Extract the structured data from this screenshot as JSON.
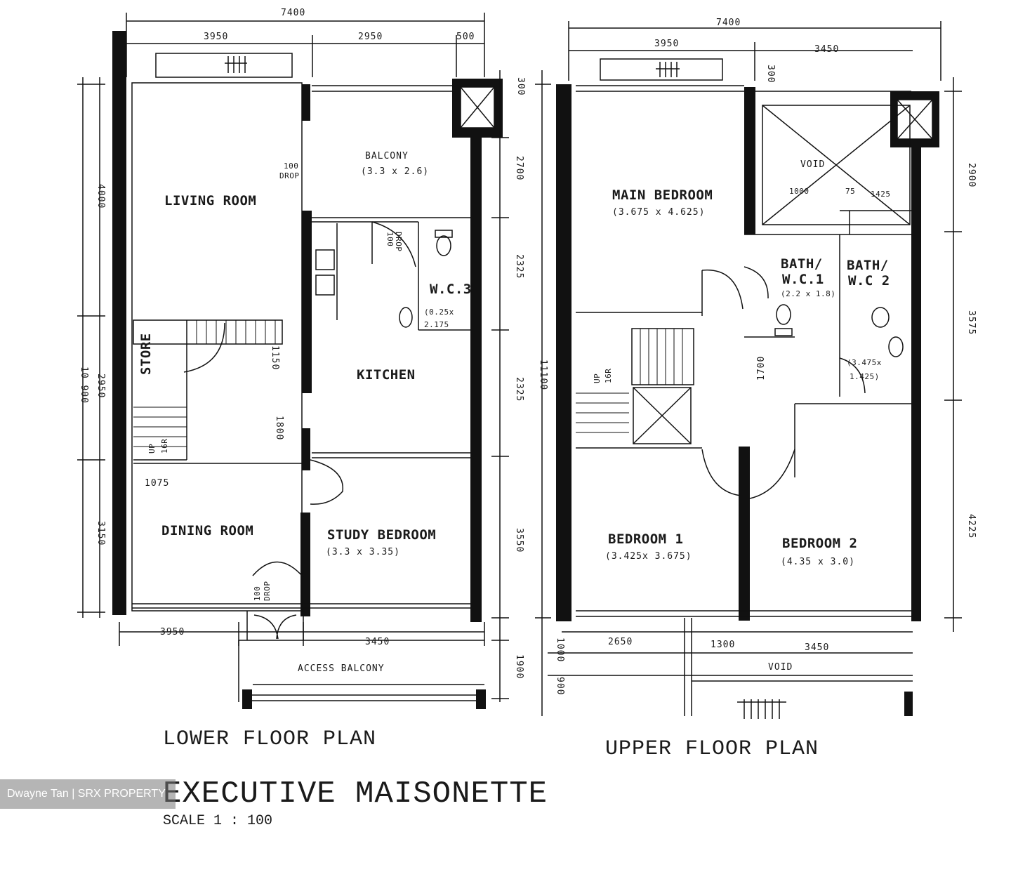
{
  "watermark": "Dwayne Tan | SRX PROPERTY",
  "title": "EXECUTIVE MAISONETTE",
  "scale": "SCALE 1 : 100",
  "lower": {
    "label": "LOWER FLOOR PLAN",
    "dims": {
      "total_width": "7400",
      "top_left": "3950",
      "top_mid": "2950",
      "top_right": "500",
      "right_300": "300",
      "right_2700": "2700",
      "right_2325a": "2325",
      "right_2325b": "2325",
      "right_3550": "3550",
      "left_4000": "4000",
      "left_2950": "2950",
      "left_3150": "3150",
      "overall_depth": "10 900",
      "bottom_left": "3950",
      "bottom_right": "3450",
      "balcony_depth": "1900",
      "stair_1150": "1150",
      "stair_1800": "1800",
      "dim_1075": "1075"
    },
    "rooms": {
      "living": "LIVING ROOM",
      "balcony": "BALCONY",
      "balcony_size": "(3.3 x 2.6)",
      "drop1": "100",
      "drop1b": "DROP",
      "drop2": "100",
      "drop2b": "DROP",
      "drop3": "100",
      "drop3b": "DROP",
      "wc3": "W.C.3",
      "wc3_size_a": "(0.25x",
      "wc3_size_b": "2.175",
      "kitchen": "KITCHEN",
      "store": "STORE",
      "up": "UP",
      "risers": "16R",
      "dining": "DINING ROOM",
      "study": "STUDY BEDROOM",
      "study_size": "(3.3 x 3.35)",
      "access": "ACCESS BALCONY"
    }
  },
  "upper": {
    "label": "UPPER FLOOR PLAN",
    "dims": {
      "total_width": "7400",
      "top_left": "3950",
      "top_right": "3450",
      "dim_300": "300",
      "right_2900": "2900",
      "right_3575": "3575",
      "right_4225": "4225",
      "overall_depth": "11100",
      "bottom_2650": "2650",
      "bottom_1300": "1300",
      "bottom_3450": "3450",
      "left_1000": "1000",
      "left_900": "900",
      "void_1000": "1000",
      "void_75": "75",
      "void_1425": "1425",
      "corridor_1700": "1700"
    },
    "rooms": {
      "main_bedroom": "MAIN BEDROOM",
      "main_size": "(3.675 x 4.625)",
      "void_top": "VOID",
      "bath1_a": "BATH/",
      "bath1_b": "W.C.1",
      "bath1_size": "(2.2 x 1.8)",
      "bath2_a": "BATH/",
      "bath2_b": "W.C 2",
      "bath2_size_a": "(3.475x",
      "bath2_size_b": "1.425)",
      "up": "UP",
      "risers": "16R",
      "bedroom1": "BEDROOM 1",
      "bedroom1_size": "(3.425x 3.675)",
      "bedroom2": "BEDROOM 2",
      "bedroom2_size": "(4.35 x 3.0)",
      "void_bottom": "VOID"
    }
  }
}
